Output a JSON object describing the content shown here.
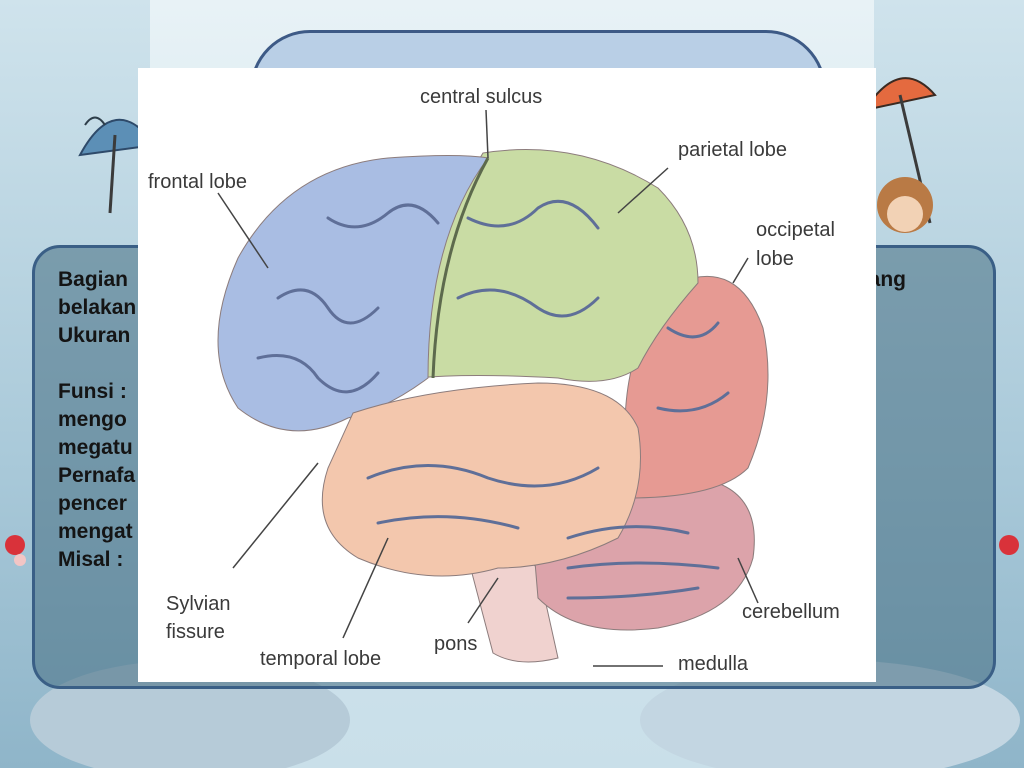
{
  "slide": {
    "body_lines": [
      "Bagian",
      "belakan",
      "Ukuran",
      "",
      "Funsi :",
      "mengo",
      "megatu",
      "Pernafa",
      "pencer",
      "mengat",
      "Misal :"
    ],
    "body_tail": "ulang"
  },
  "diagram": {
    "labels": {
      "central_sulcus": "central sulcus",
      "parietal_lobe": "parietal lobe",
      "frontal_lobe": "frontal lobe",
      "occipetal": "occipetal",
      "lobe": "lobe",
      "sylvian": "Sylvian",
      "fissure": "fissure",
      "temporal_lobe": "temporal lobe",
      "pons": "pons",
      "cerebellum": "cerebellum",
      "medulla": "medulla"
    },
    "colors": {
      "frontal": "#a9bde3",
      "parietal": "#c9dca4",
      "occipital": "#e69a93",
      "temporal": "#f3c7ad",
      "cerebellum": "#dca3aa",
      "brainstem": "#f0d2cf",
      "sulci": "#5f6f98"
    }
  }
}
